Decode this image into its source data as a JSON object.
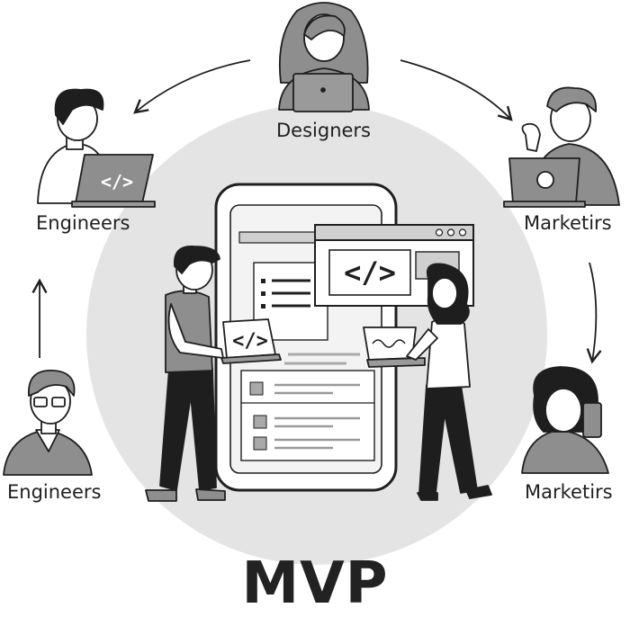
{
  "title": "MVP",
  "roles": {
    "top": "Designers",
    "upper_left": "Engineers",
    "lower_left": "Engineers",
    "upper_right": "Marketirs",
    "lower_right": "Marketirs"
  },
  "code_glyph": "</>",
  "colors": {
    "ink": "#1f1f1f",
    "circle": "#e4e4e4",
    "skin": "#ffffff",
    "shirt": "#8e8e8e",
    "dark": "#1e1e1e",
    "laptop": "#9a9a9a"
  }
}
